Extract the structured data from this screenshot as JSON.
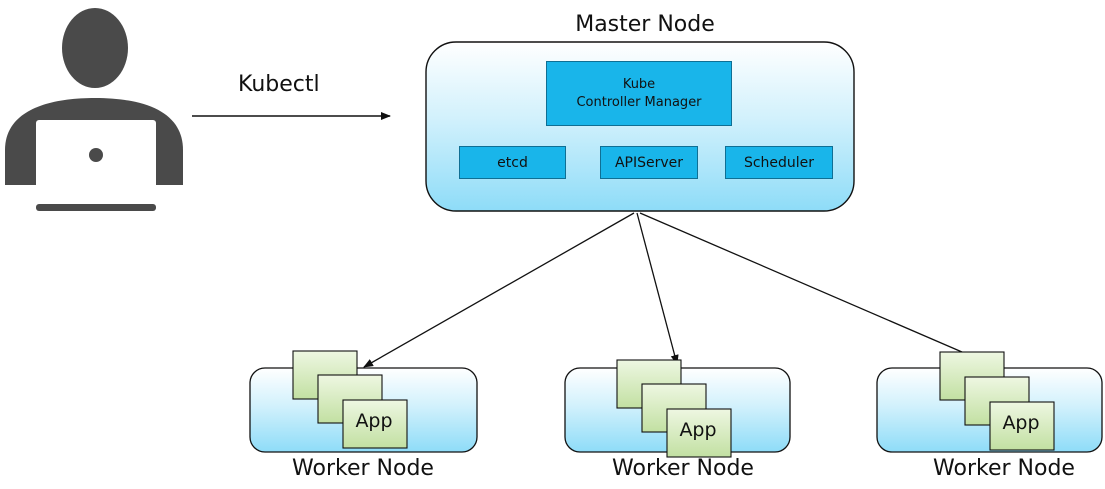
{
  "master": {
    "title": "Master Node",
    "components": {
      "controller_manager": [
        "Kube",
        "Controller Manager"
      ],
      "etcd": "etcd",
      "apiserver": "APIServer",
      "scheduler": "Scheduler"
    }
  },
  "client": {
    "command": "Kubectl",
    "icon": "user-laptop-icon"
  },
  "workers": [
    {
      "label": "Worker Node",
      "app": "App"
    },
    {
      "label": "Worker Node",
      "app": "App"
    },
    {
      "label": "Worker Node",
      "app": "App"
    }
  ],
  "colors": {
    "component_fill": "#19b5ea",
    "node_fill_top": "#ffffff",
    "node_fill_bottom": "#8edcf8",
    "app_fill": "#cfe6b4",
    "user_icon": "#4a4a4a"
  }
}
